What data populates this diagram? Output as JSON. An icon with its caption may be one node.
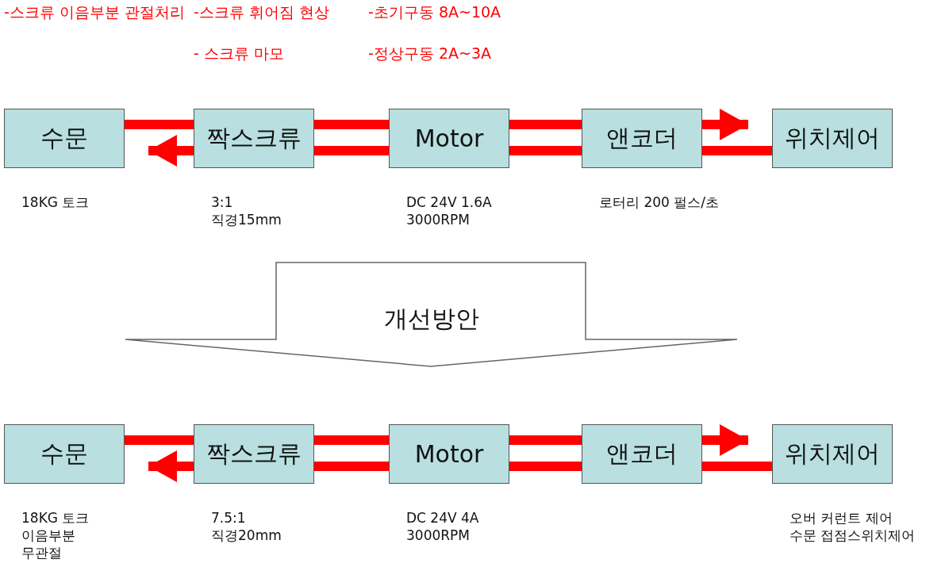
{
  "diagram": {
    "nodes": [
      {
        "text": [
          "수문"
        ],
        "beside": [
          "18KG 토크"
        ]
      },
      {
        "text": [
          "짝스크류"
        ],
        "beside": [
          "3:1",
          "직경15mm"
        ]
      },
      {
        "text": [
          "Motor"
        ],
        "beside": [
          "DC 24V 1.6A",
          "3000RPM"
        ]
      },
      {
        "text": [
          "앤코더"
        ],
        "beside": [
          "로터리 200 펄스/초"
        ]
      },
      {
        "text": [
          "위치제어"
        ]
      },
      {
        "text": [
          "개선방안"
        ]
      },
      {
        "text": [
          "수문"
        ],
        "beside": [
          "18KG 토크",
          "이음부분",
          "무관절"
        ]
      },
      {
        "text": [
          "짝스크류"
        ],
        "beside": [
          "7.5:1",
          "직경20mm"
        ]
      },
      {
        "text": [
          "Motor"
        ],
        "beside": [
          "DC 24V 4A",
          "3000RPM"
        ]
      },
      {
        "text": [
          "앤코더"
        ]
      },
      {
        "text": [
          "위치제어"
        ],
        "beside": [
          "오버 커런트 제어",
          "수문 접점스위치제어"
        ]
      }
    ],
    "edges": [
      {
        "from": 1,
        "to": 0,
        "arrow": "none"
      },
      {
        "from": 1,
        "to": 0,
        "arrow": "to"
      },
      {
        "from": 1,
        "to": 2,
        "arrow": "none"
      },
      {
        "from": 1,
        "to": 2,
        "arrow": "none"
      },
      {
        "from": 2,
        "to": 3,
        "arrow": "none"
      },
      {
        "from": 2,
        "to": 3,
        "arrow": "none"
      },
      {
        "from": 3,
        "to": 4,
        "arrow": "to"
      },
      {
        "from": 3,
        "to": 4,
        "arrow": "none"
      },
      {
        "from": 7,
        "to": 6,
        "arrow": "none"
      },
      {
        "from": 7,
        "to": 6,
        "arrow": "to"
      },
      {
        "from": 7,
        "to": 8,
        "arrow": "none"
      },
      {
        "from": 7,
        "to": 8,
        "arrow": "none"
      },
      {
        "from": 8,
        "to": 9,
        "arrow": "none"
      },
      {
        "from": 8,
        "to": 9,
        "arrow": "none"
      },
      {
        "from": 9,
        "to": 10,
        "arrow": "to"
      },
      {
        "from": 9,
        "to": 10,
        "arrow": "none"
      }
    ],
    "labels": [
      "-스크류 이음부분 관절처리",
      "-스크류 휘어짐 현상",
      "- 스크류 마모",
      "-초기구동 8A~10A",
      "-정상구동 2A~3A"
    ]
  }
}
